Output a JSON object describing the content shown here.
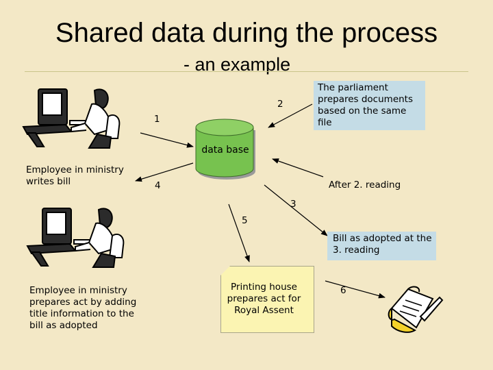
{
  "title": "Shared data during the process",
  "subtitle": "- an example",
  "database": {
    "label": "data base"
  },
  "parliament_note": "The parliament prepares documents based on the same file",
  "adopted_note": "Bill as adopted at the 3. reading",
  "after_reading": "After 2. reading",
  "employee_writes": "Employee in ministry writes bill",
  "employee_prepares": "Employee in ministry prepares act by adding title information to the bill as adopted",
  "printing_house": "Printing house prepares act for Royal Assent",
  "steps": {
    "s1": "1",
    "s2": "2",
    "s3": "3",
    "s4": "4",
    "s5": "5",
    "s6": "6"
  },
  "colors": {
    "background": "#f3e8c6",
    "note_fill": "#c4dce6",
    "database_fill": "#77c24f",
    "printing_fill": "#fbf4b2"
  },
  "icons": [
    "computer-operator-icon",
    "computer-operator-icon",
    "document-scroll-icon"
  ]
}
